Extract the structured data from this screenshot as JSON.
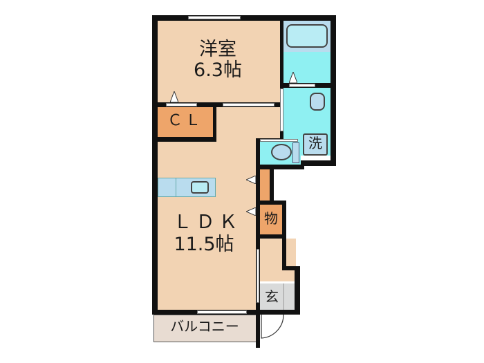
{
  "floorplan": {
    "rooms": {
      "western_room": {
        "name": "洋室",
        "size": "6.3帖"
      },
      "closet": {
        "label": "ＣＬ"
      },
      "ldk": {
        "name": "ＬＤＫ",
        "size": "11.5帖"
      },
      "storage": {
        "label": "物"
      },
      "entrance": {
        "label": "玄"
      },
      "laundry": {
        "label": "洗"
      },
      "balcony": {
        "label": "バルコニー"
      }
    },
    "colors": {
      "beige": "#f2d3b3",
      "orange": "#eea56a",
      "cyan": "#8ff0f2",
      "light_blue": "#b9dcee",
      "gray": "#d9dada",
      "wall": "#111111"
    }
  }
}
